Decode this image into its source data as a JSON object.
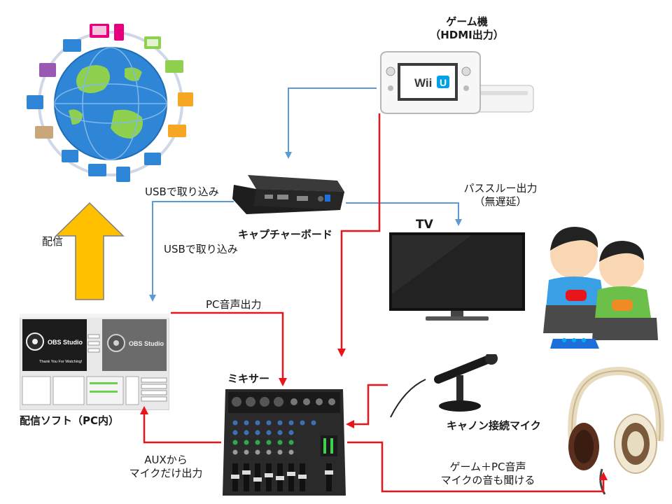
{
  "labels": {
    "game_console_line1": "ゲーム機",
    "game_console_line2": "（HDMI出力）",
    "usb_capture_top": "USBで取り込み",
    "usb_capture_bottom": "USBで取り込み",
    "passthrough_line1": "パススルー出力",
    "passthrough_line2": "（無遅延）",
    "capture_board": "キャプチャーボード",
    "tv": "TV",
    "broadcast": "配信",
    "pc_audio_out": "PC音声出力",
    "mixer": "ミキサー",
    "streaming_software": "配信ソフト（PC内）",
    "xlr_mic": "キャノン接続マイク",
    "aux_line1": "AUXから",
    "aux_line2": "マイクだけ出力",
    "monitor_line1": "ゲーム＋PC音声",
    "monitor_line2": "マイクの音も聞ける"
  },
  "device_text": {
    "console_brand": "Wii",
    "console_brand_u": "U",
    "obs_name_1": "OBS Studio",
    "obs_name_2": "OBS Studio",
    "obs_thanks": "Thank You For Watching!"
  },
  "colors": {
    "blue_wire": "#5b9bd5",
    "red_wire": "#e8151b",
    "upload_arrow": "#ffc000",
    "upload_arrow_edge": "#7f7f7f"
  }
}
